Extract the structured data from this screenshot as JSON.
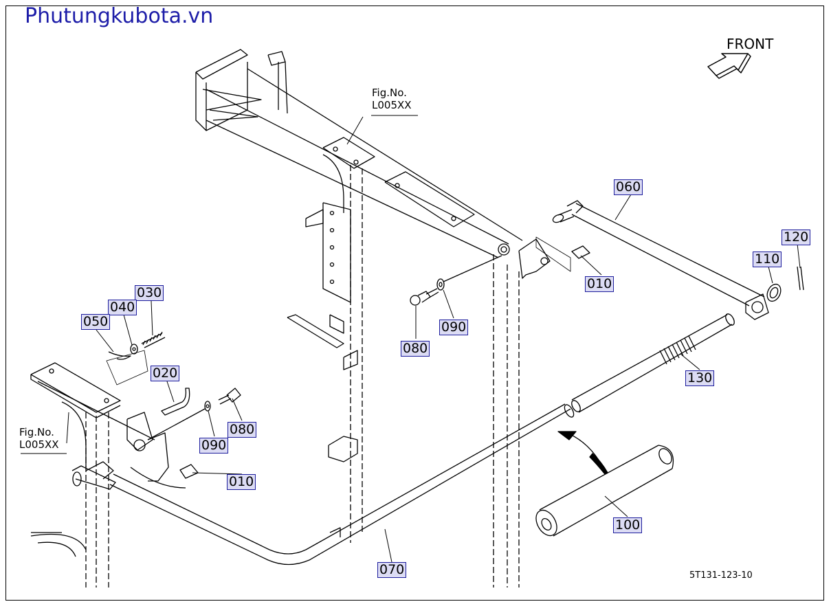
{
  "site_label": "Phutungkubota.vn",
  "direction_label": "FRONT",
  "drawing_code": "5T131-123-10",
  "figure_refs": [
    {
      "line1": "Fig.No.",
      "line2": "L005XX"
    },
    {
      "line1": "Fig.No.",
      "line2": "L005XX"
    }
  ],
  "callouts": [
    "010",
    "010",
    "020",
    "030",
    "040",
    "050",
    "060",
    "070",
    "080",
    "080",
    "090",
    "090",
    "100",
    "110",
    "120",
    "130"
  ],
  "colors": {
    "callout_fill": "#dcdcf4",
    "callout_border": "#1c1c9c",
    "site_text": "#1c1ca8",
    "line": "#000000"
  },
  "icons": [
    "front-arrow-icon"
  ]
}
